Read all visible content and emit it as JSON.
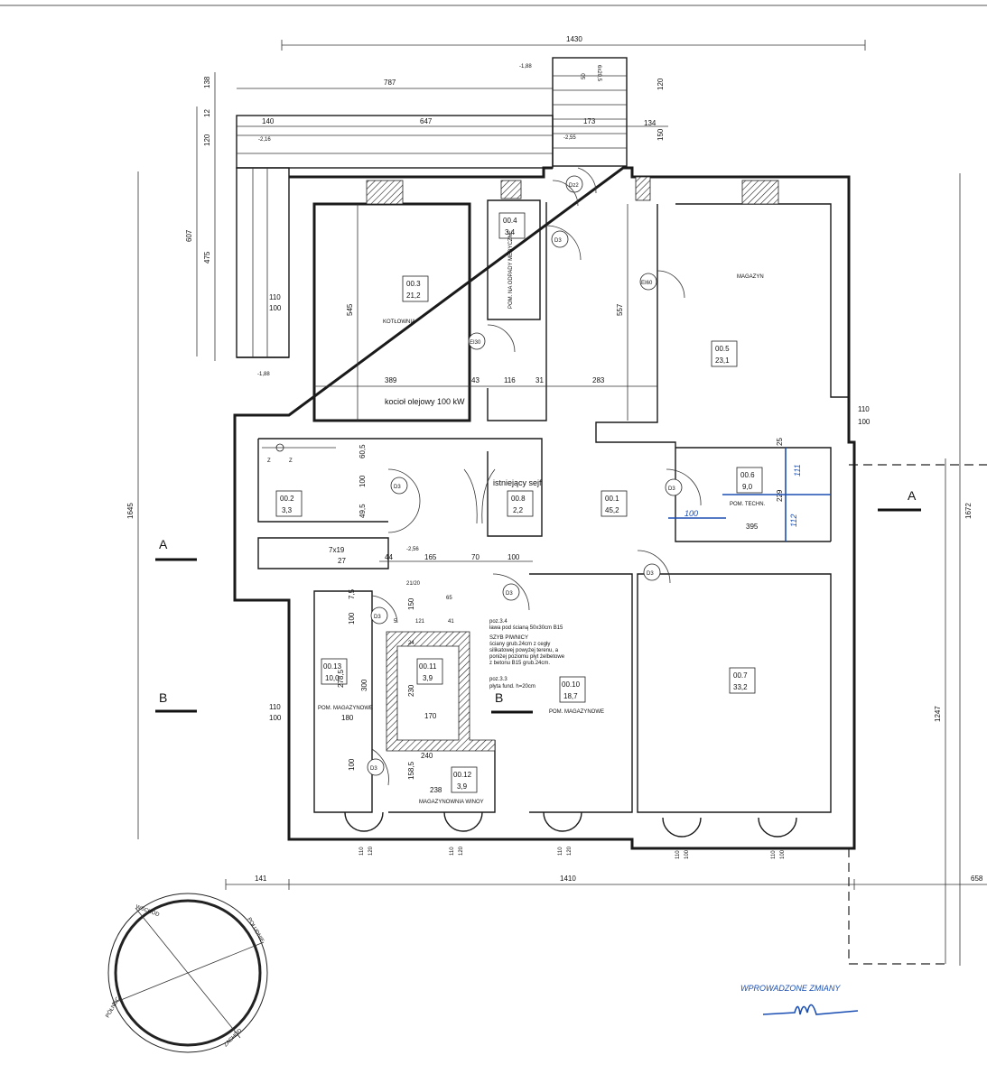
{
  "dimensions": {
    "top_total": "1430",
    "top_787": "787",
    "top_140": "140",
    "top_647": "647",
    "top_173": "173",
    "top_134": "134",
    "left_138": "138",
    "left_12": "12",
    "left_120": "120",
    "left_607": "607",
    "left_475": "475",
    "left_1645": "1645",
    "right_1672": "1672",
    "right_1247": "1247",
    "stair_120": "120",
    "stair_150": "150",
    "stair_50": "50",
    "stair_label": "6x20,5",
    "d545": "545",
    "d557": "557",
    "d389": "389",
    "d43": "43",
    "d116": "116",
    "d31": "31",
    "d283": "283",
    "d110a": "110",
    "d100a": "100",
    "d110b": "110",
    "d100b": "100",
    "d605": "60,5",
    "d100c": "100",
    "d495": "49,5",
    "d229": "229",
    "d25": "25",
    "d395": "395",
    "d719": "7x19",
    "d27": "27",
    "d44": "44",
    "d165": "165",
    "d70a": "70",
    "d100d": "100",
    "d21": "21/20",
    "d75": "7,5",
    "d150": "150",
    "d5": "5",
    "d121": "121",
    "d41": "41",
    "d65": "65",
    "d100e": "100",
    "d2785": "278,5",
    "d300": "300",
    "d230": "230",
    "d170": "170",
    "d180": "180",
    "d110c": "110",
    "d100f": "100",
    "d240": "240",
    "d100g": "100",
    "d1585": "158,5",
    "d238": "238",
    "d24": "24",
    "bottom_141": "141",
    "bottom_1410": "1410",
    "bottom_658": "658",
    "win_110": "110",
    "win_120": "120",
    "win_100": "100"
  },
  "levels": {
    "l1": "-1,88",
    "l2": "-2,16",
    "l3": "-2,55",
    "l4": "-1,88",
    "l5": "-2,56"
  },
  "rooms": [
    {
      "num": "00.3",
      "area": "21,2",
      "name": "KOTŁOWNIA"
    },
    {
      "num": "00.4",
      "area": "3,4",
      "name": "POM. NA ODPADY MEDYCZNE"
    },
    {
      "num": "00.5",
      "area": "23,1",
      "name": "MAGAZYN"
    },
    {
      "num": "00.2",
      "area": "3,3",
      "name": ""
    },
    {
      "num": "00.8",
      "area": "2,2",
      "name": ""
    },
    {
      "num": "00.1",
      "area": "45,2",
      "name": ""
    },
    {
      "num": "00.6",
      "area": "9,0",
      "name": "POM. TECHN."
    },
    {
      "num": "00.13",
      "area": "10,0",
      "name": "POM. MAGAZYNOWE"
    },
    {
      "num": "00.11",
      "area": "3,9",
      "name": ""
    },
    {
      "num": "00.10",
      "area": "18,7",
      "name": "POM. MAGAZYNOWE"
    },
    {
      "num": "00.7",
      "area": "33,2",
      "name": ""
    },
    {
      "num": "00.12",
      "area": "3,9",
      "name": "MAGAZYNOWNIA WINOY"
    }
  ],
  "doors": {
    "dz2": "Dz2",
    "d3": "D3",
    "ei30": "EI30",
    "ei60": "EI60"
  },
  "notes": {
    "kociol": "kocioł olejowy 100 kW",
    "sejf": "istniejący sejf",
    "poz34": "poz.3.4",
    "poz34_text": "ława pod ścianą 50x30cm B15",
    "szyb_title": "SZYB PIWNICY",
    "szyb_1": "ściany grub.24cm z cegły",
    "szyb_2": "silikatowej powyżej terenu, a",
    "szyb_3": "poniżej poziomu płyt żelbetowe",
    "szyb_4": "z betonu B15 grub.24cm.",
    "poz33": "poz.3.3",
    "poz33_text": "płyta fund. h=20cm",
    "z": "Z"
  },
  "sections": {
    "a": "A",
    "b": "B"
  },
  "compass": {
    "w1": "WSCHÓD",
    "w2": "POŁUDNIE",
    "w3": "ZACHÓD",
    "w4": "PÓŁNOC"
  },
  "handwritten": {
    "changes": "WPROWADZONE ZMIANY",
    "d100": "100",
    "d112": "112",
    "d111": "111"
  }
}
